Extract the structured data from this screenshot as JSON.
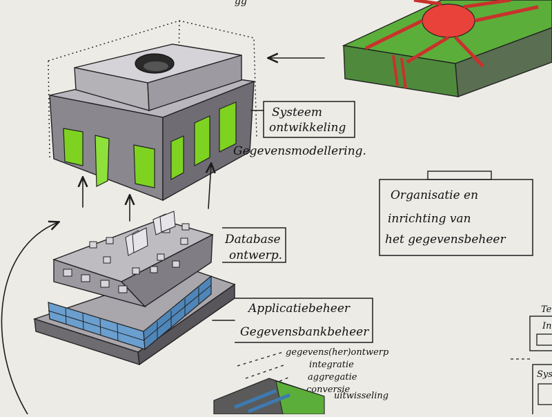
{
  "labels": {
    "systeem_line1": "Systeem",
    "systeem_line2": "ontwikkeling",
    "gegevensmodellering": "Gegevensmodellering.",
    "database_line1": "Database",
    "database_line2": "ontwerp.",
    "organisatie_line1": "Organisatie en",
    "organisatie_line2": "inrichting van",
    "organisatie_line3": "het gegevensbeheer",
    "applicatiebeheer": "Applicatiebeheer",
    "gegevensbankbeheer": "Gegevensbankbeheer",
    "list_items": [
      "gegevens(her)ontwerp",
      "integratie",
      "aggregatie",
      "conversie",
      "uitwisseling"
    ],
    "partial_right_1": "Te",
    "partial_right_2": "In",
    "partial_right_3": "Sys",
    "top_scribble": "gg"
  },
  "colors": {
    "paper": "#ecebe6",
    "door_green": "#7ed321",
    "roof_red": "#e8423a",
    "glass_blue": "#6a9fcf",
    "pencil_gray": "#8d8a90"
  }
}
